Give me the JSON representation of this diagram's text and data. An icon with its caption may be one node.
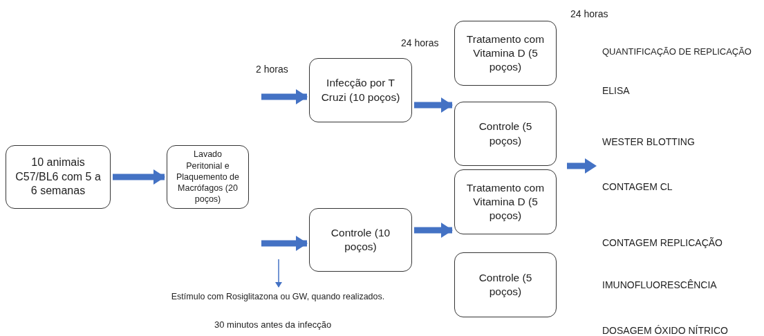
{
  "diagram": {
    "nodes": [
      {
        "text": [
          "10 animais C57/BL6 com 5 a 6 semanas"
        ]
      },
      {
        "text": [
          "Lavado Peritonial e Plaquemento de Macrófagos (20 poços)"
        ]
      },
      {
        "text": [
          "Infecção por T Cruzi (10 poços)"
        ]
      },
      {
        "text": [
          "Controle (10 poços)"
        ]
      },
      {
        "text": [
          "Tratamento com Vitamina D (5 poços)"
        ]
      },
      {
        "text": [
          "Controle (5 poços)"
        ]
      },
      {
        "text": [
          "Tratamento com Vitamina D (5 poços)"
        ]
      },
      {
        "text": [
          "Controle (5 poços)"
        ]
      },
      {
        "text": [
          "Estímulo com Rosiglitazona ou GW, quando realizados."
        ]
      }
    ],
    "edges": [
      {
        "from": 0,
        "to": 1,
        "arrow": "to"
      },
      {
        "from": null,
        "to": 2,
        "arrow": "to"
      },
      {
        "from": null,
        "to": 3,
        "arrow": "to"
      },
      {
        "from": 2,
        "to": 5,
        "arrow": "to"
      },
      {
        "from": 3,
        "to": 6,
        "arrow": "to"
      },
      {
        "from": null,
        "to": 8,
        "arrow": "to"
      }
    ],
    "labels": [
      "24 horas",
      "24 horas",
      "QUANTIFICAÇÃO DE REPLICAÇÃO",
      "2 horas",
      "ELISA",
      "WESTER BLOTTING",
      "CONTAGEM CL",
      "CONTAGEM REPLICAÇÃO",
      "IMUNOFLUORESCÊNCIA",
      "30 minutos antes da infecção",
      "DOSAGEM ÓXIDO NÍTRICO"
    ]
  }
}
